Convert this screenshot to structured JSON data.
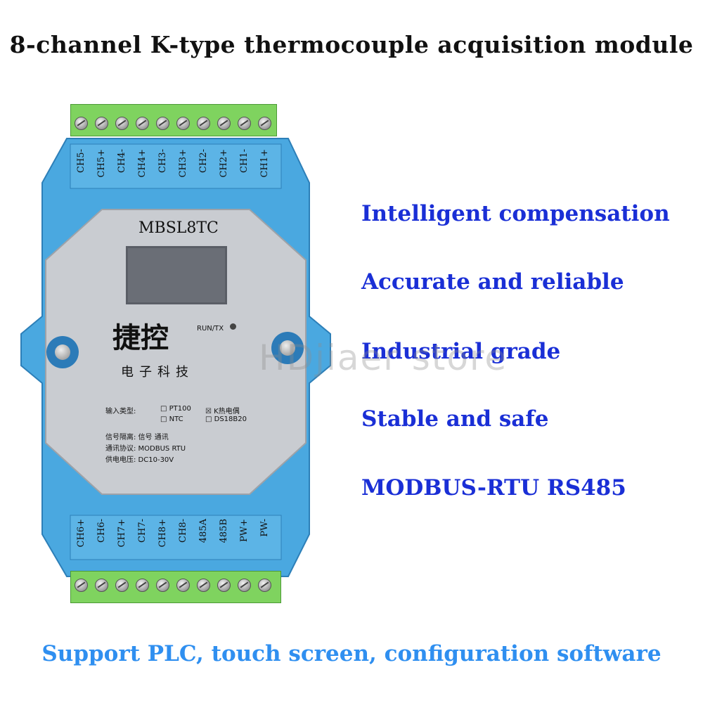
{
  "title": "8-channel K-type thermocouple acquisition module",
  "features": [
    "Intelligent compensation",
    "Accurate and reliable",
    "Industrial grade",
    "Stable and safe",
    "MODBUS-RTU RS485"
  ],
  "footer": "Support PLC, touch screen, configuration software",
  "watermark": "HDjiaer store",
  "device": {
    "model": "MBSL8TC",
    "brand_line1": "捷控",
    "brand_line2": "电子科技",
    "run_label": "RUN/TX",
    "top_terminals": [
      "CH5-",
      "CH5+",
      "CH4-",
      "CH4+",
      "CH3-",
      "CH3+",
      "CH2-",
      "CH2+",
      "CH1-",
      "CH1+"
    ],
    "bottom_terminals": [
      "CH6+",
      "CH6-",
      "CH7+",
      "CH7-",
      "CH8+",
      "CH8-",
      "485A",
      "485B",
      "PW+",
      "PW-"
    ],
    "input_type_label": "输入类型:",
    "opt_pt100": "□ PT100",
    "opt_k": "☒ K热电偶",
    "opt_ntc": "□ NTC",
    "opt_ds": "□ DS18B20",
    "isolation": "信号隔离: 信号 通讯",
    "protocol": "通讯协议: MODBUS RTU",
    "power": "供电电压: DC10-30V"
  },
  "colors": {
    "housing": "#4aa8e0",
    "panel": "#c9ccd1",
    "terminal_green": "#7fd35f",
    "feature_text": "#1a2fd6",
    "footer_text": "#2f8ff0"
  }
}
